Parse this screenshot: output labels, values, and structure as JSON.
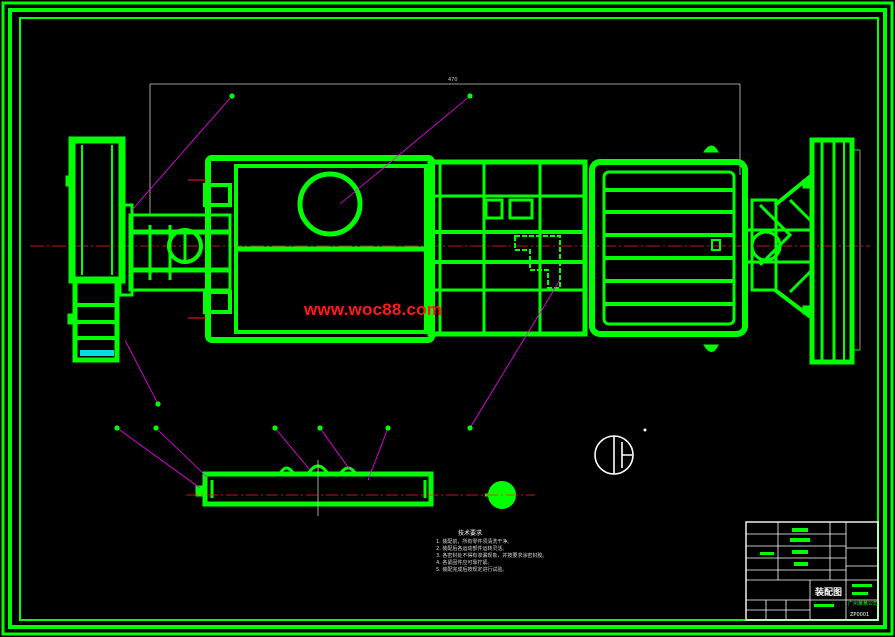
{
  "drawing": {
    "watermark": "www.woc88.com",
    "dimension_top": "470",
    "colors": {
      "background": "#000000",
      "geometry": "#00ff00",
      "leader": "#ff00ff",
      "centerline": "#ff2020",
      "dimension": "#cccccc",
      "watermark": "#ff1a1a",
      "accent": "#00e0e0"
    }
  },
  "tech_notes": {
    "title": "技术要求",
    "items": [
      "1. 装配前，所有零件须清洗干净。",
      "2. 装配后各运动部件运转灵活。",
      "3. 各密封处不得有渗漏现象，并按要求涂密封胶。",
      "4. 各紧固件应可靠拧紧。",
      "5. 装配完成后按规定进行试验。"
    ]
  },
  "title_block": {
    "drawing_name": "装配图",
    "company": "广州某某公司",
    "drawing_no": "ZP0001"
  }
}
